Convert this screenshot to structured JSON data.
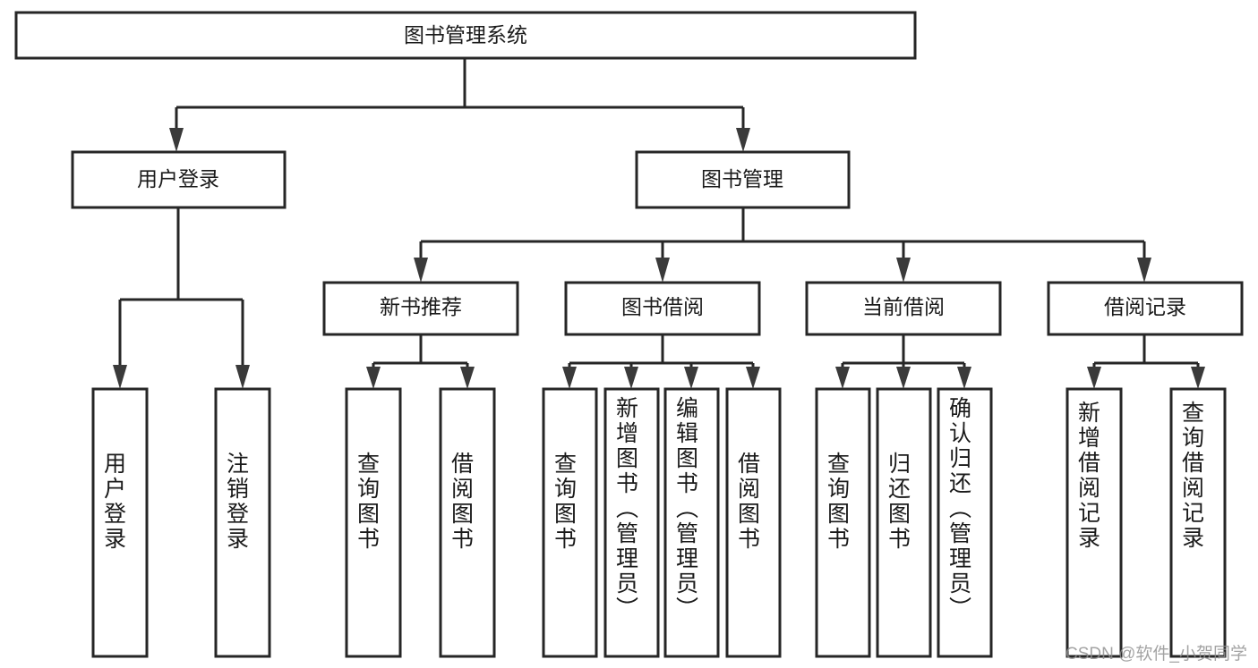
{
  "diagram": {
    "title": "图书管理系统",
    "type": "hierarchy-tree",
    "levels": 4,
    "root": {
      "id": "root",
      "label": "图书管理系统",
      "orientation": "horizontal"
    },
    "level2": [
      {
        "id": "user-login",
        "label": "用户登录",
        "orientation": "horizontal"
      },
      {
        "id": "book-management",
        "label": "图书管理",
        "orientation": "horizontal"
      }
    ],
    "level3": [
      {
        "id": "new-book-recommend",
        "label": "新书推荐",
        "orientation": "horizontal",
        "parent": "book-management"
      },
      {
        "id": "book-borrow",
        "label": "图书借阅",
        "orientation": "horizontal",
        "parent": "book-management"
      },
      {
        "id": "current-borrow",
        "label": "当前借阅",
        "orientation": "horizontal",
        "parent": "book-management"
      },
      {
        "id": "borrow-record",
        "label": "借阅记录",
        "orientation": "horizontal",
        "parent": "book-management"
      }
    ],
    "leaves": {
      "user_login": [
        {
          "id": "leaf-user-login",
          "label": "用户登录",
          "orientation": "vertical"
        },
        {
          "id": "leaf-logout",
          "label": "注销登录",
          "orientation": "vertical"
        }
      ],
      "new_book_recommend": [
        {
          "id": "leaf-query-book-1",
          "label": "查询图书",
          "orientation": "vertical"
        },
        {
          "id": "leaf-borrow-book-1",
          "label": "借阅图书",
          "orientation": "vertical"
        }
      ],
      "book_borrow": [
        {
          "id": "leaf-query-book-2",
          "label": "查询图书",
          "orientation": "vertical"
        },
        {
          "id": "leaf-add-book",
          "label": "新增图书（管理员）",
          "orientation": "vertical"
        },
        {
          "id": "leaf-edit-book",
          "label": "编辑图书（管理员）",
          "orientation": "vertical"
        },
        {
          "id": "leaf-borrow-book-2",
          "label": "借阅图书",
          "orientation": "vertical"
        }
      ],
      "current_borrow": [
        {
          "id": "leaf-query-book-3",
          "label": "查询图书",
          "orientation": "vertical"
        },
        {
          "id": "leaf-return-book",
          "label": "归还图书",
          "orientation": "vertical"
        },
        {
          "id": "leaf-confirm-return",
          "label": "确认归还（管理员）",
          "orientation": "vertical"
        }
      ],
      "borrow_record": [
        {
          "id": "leaf-add-record",
          "label": "新增借阅记录",
          "orientation": "vertical"
        },
        {
          "id": "leaf-query-record",
          "label": "查询借阅记录",
          "orientation": "vertical"
        }
      ]
    },
    "colors": {
      "box_stroke": "#262626",
      "box_fill": "#ffffff",
      "connector": "#262626",
      "text": "#1a1a1a",
      "watermark": "#8f8f8f",
      "background": "#ffffff"
    }
  },
  "watermark": {
    "text": "CSDN @软件_小贺同学"
  }
}
